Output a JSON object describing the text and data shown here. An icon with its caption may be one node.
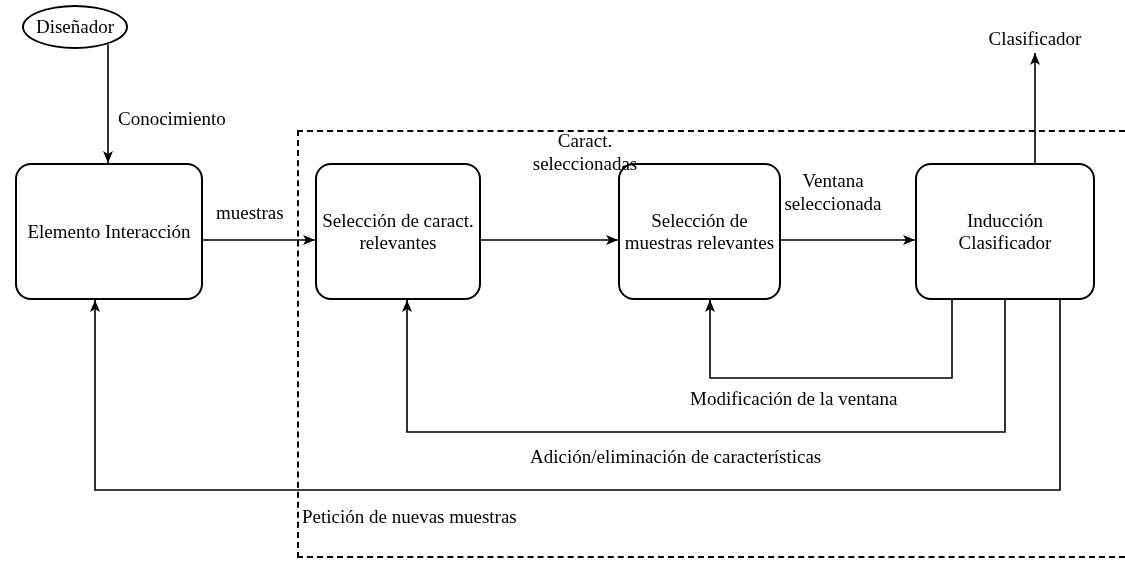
{
  "diagram": {
    "nodes": [
      {
        "text": [
          "Diseñador"
        ]
      },
      {
        "text": [
          "Elemento Interacción"
        ]
      },
      {
        "text": [],
        "shape": "box"
      },
      {
        "text": [
          "Selección de caract. relevantes"
        ],
        "in": 2
      },
      {
        "text": [
          "Selección de muestras relevantes"
        ],
        "in": 2
      },
      {
        "text": [
          "Inducción Clasificador"
        ],
        "in": 2
      },
      {
        "text": [
          "Clasificador"
        ]
      }
    ],
    "edges": [
      {
        "from": 0,
        "to": 1,
        "arrow": "to",
        "label": "Conocimiento"
      },
      {
        "from": 1,
        "to": 3,
        "arrow": "to",
        "label": "muestras"
      },
      {
        "from": 3,
        "to": 4,
        "arrow": "to",
        "label": "Caract. seleccionadas"
      },
      {
        "from": 4,
        "to": 5,
        "arrow": "to",
        "label": "Ventana seleccionada"
      },
      {
        "from": 5,
        "to": 6,
        "arrow": "to"
      },
      {
        "from": 5,
        "to": 4,
        "arrow": "to",
        "label": "Modificación de la ventana"
      },
      {
        "from": 5,
        "to": 3,
        "arrow": "to",
        "label": "Adición/eliminación de características"
      },
      {
        "from": 5,
        "to": 1,
        "arrow": "to",
        "label": "Petición de nuevas muestras"
      }
    ]
  }
}
